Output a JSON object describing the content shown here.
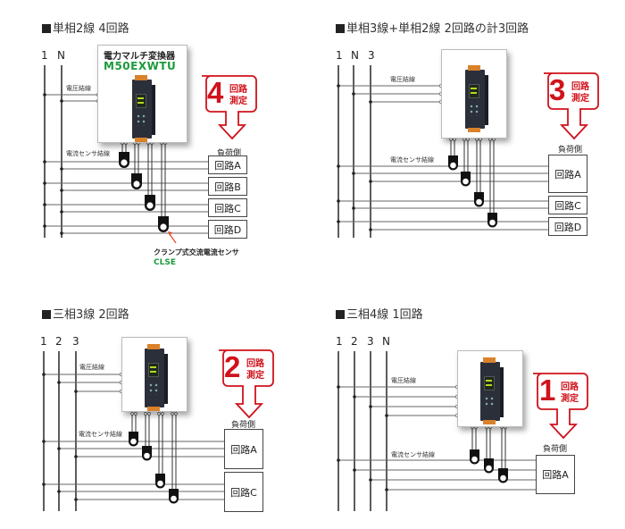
{
  "panels": [
    {
      "id": "single-phase-2wire",
      "title": "単相2線 4回路",
      "bus_labels": [
        "1",
        "N"
      ],
      "voltage_label": "電圧結線",
      "current_label": "電流センサ結線",
      "device": {
        "name": "電力マルチ変換器",
        "model": "M50EXWTU"
      },
      "callout": {
        "number": "4",
        "line1": "回路",
        "line2": "測定"
      },
      "load_header": "負荷側",
      "loads": [
        "回路A",
        "回路B",
        "回路C",
        "回路D"
      ],
      "sensor_annotation": {
        "name": "クランプ式交流電流センサ",
        "model": "CLSE"
      }
    },
    {
      "id": "single-phase-3wire-plus-2wire",
      "title": "単相3線+単相2線 2回路の計3回路",
      "bus_labels": [
        "1",
        "N",
        "3"
      ],
      "voltage_label": "電圧結線",
      "current_label": "電流センサ結線",
      "callout": {
        "number": "3",
        "line1": "回路",
        "line2": "測定"
      },
      "load_header": "負荷側",
      "loads": [
        "回路A",
        "回路C",
        "回路D"
      ]
    },
    {
      "id": "three-phase-3wire",
      "title": "三相3線 2回路",
      "bus_labels": [
        "1",
        "2",
        "3"
      ],
      "voltage_label": "電圧結線",
      "current_label": "電流センサ結線",
      "callout": {
        "number": "2",
        "line1": "回路",
        "line2": "測定"
      },
      "load_header": "負荷側",
      "loads": [
        "回路A",
        "回路C"
      ]
    },
    {
      "id": "three-phase-4wire",
      "title": "三相4線 1回路",
      "bus_labels": [
        "1",
        "2",
        "3",
        "N"
      ],
      "voltage_label": "電圧結線",
      "current_label": "電流センサ結線",
      "callout": {
        "number": "1",
        "line1": "回路",
        "line2": "測定"
      },
      "load_header": "負荷側",
      "loads": [
        "回路A"
      ]
    }
  ],
  "colors": {
    "callout_red": "#d0121b",
    "model_green": "#1e9a3c",
    "sensor_arrow": "#e0502a",
    "wire": "#444444"
  }
}
